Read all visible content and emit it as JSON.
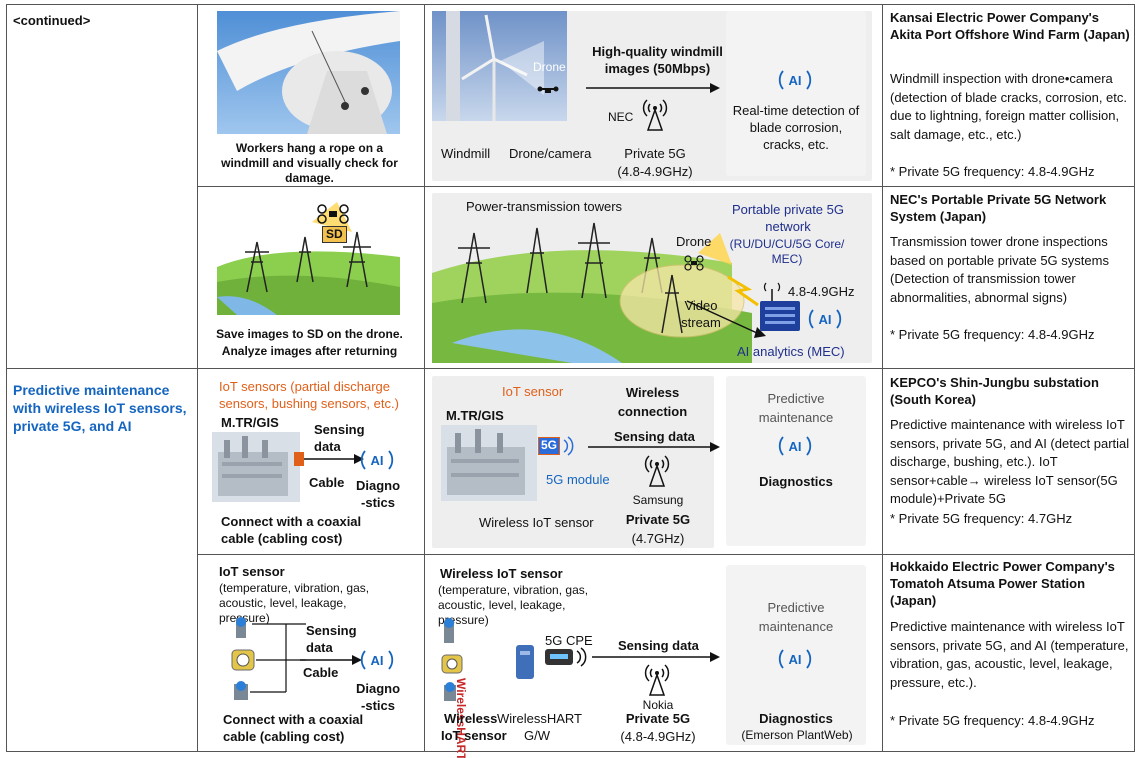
{
  "continued": "<continued>",
  "category2": "Predictive maintenance with wireless IoT sensors, private 5G, and AI",
  "icons": {
    "ai": "AI",
    "signal": "antenna-icon",
    "drone": "drone-icon"
  },
  "colors": {
    "blue": "#1565c0",
    "navy": "#1f2f8c",
    "orange": "#e0601a",
    "panel": "#eeeeee"
  },
  "row1": {
    "caption": "Workers hang a rope on a windmill and visually check for damage.",
    "drone": "Drone",
    "top_label": "High-quality windmill images (50Mbps)",
    "nec": "NEC",
    "result": "Real-time detection of blade corrosion, cracks, etc.",
    "windmill": "Windmill",
    "drone_camera": "Drone/camera",
    "private5g": "Private 5G",
    "freq": "(4.8-4.9GHz)",
    "case_title": "Kansai Electric Power Company's Akita Port Offshore Wind Farm (Japan)",
    "case_desc": "Windmill inspection with drone•camera (detection of blade cracks, corrosion, etc. due to lightning, foreign matter collision, salt damage, etc., etc.)",
    "case_freq": "* Private 5G frequency: 4.8-4.9GHz"
  },
  "row2": {
    "sd": "SD",
    "caption": "Save images to SD on the drone. Analyze images after returning",
    "towers": "Power-transmission towers",
    "portable": "Portable private 5G network",
    "portable_sub": "(RU/DU/CU/5G Core/ MEC)",
    "drone": "Drone",
    "freq": "4.8-4.9GHz",
    "video": "Video stream",
    "analytics": "AI analytics (MEC)",
    "case_title": "NEC's Portable Private 5G Network System (Japan)",
    "case_desc": "Transmission tower drone inspections based on portable private 5G systems (Detection of transmission tower abnormalities, abnormal signs)",
    "case_freq": "* Private 5G frequency: 4.8-4.9GHz"
  },
  "row3": {
    "iot_sensors": "IoT sensors (partial discharge sensors, bushing sensors, etc.)",
    "mtr": "M.TR/GIS",
    "sensing": "Sensing data",
    "cable": "Cable",
    "diag": "Diagno -stics",
    "connect": "Connect with a coaxial cable (cabling cost)",
    "iot_sensor": "IoT sensor",
    "mtr2": "M.TR/GIS",
    "wireless": "Wireless connection",
    "sensing2": "Sensing data",
    "5g": "5G",
    "module": "5G module",
    "samsung": "Samsung",
    "private5g": "Private 5G",
    "freq": "(4.7GHz)",
    "wireless_iot": "Wireless IoT sensor",
    "predictive": "Predictive maintenance",
    "diagnostics": "Diagnostics",
    "case_title": "KEPCO's Shin-Jungbu substation (South Korea)",
    "case_desc": "Predictive maintenance with wireless IoT sensors, private 5G, and AI (detect partial discharge, bushing, etc.). IoT sensor+cable→ wireless IoT sensor(5G module)+Private 5G",
    "case_freq": "* Private 5G frequency: 4.7GHz"
  },
  "row4": {
    "iot_sensor": "IoT sensor",
    "iot_list": "(temperature, vibration, gas, acoustic, level, leakage, pressure)",
    "sensing": "Sensing data",
    "cable": "Cable",
    "diag": "Diagno -stics",
    "connect": "Connect with a coaxial cable (cabling cost)",
    "wireless_iot": "Wireless IoT sensor",
    "iot_list2": "(temperature, vibration, gas, acoustic, level, leakage, pressure)",
    "cpe": "5G CPE",
    "sensing2": "Sensing data",
    "whart_brand": "WirelessHART",
    "nokia": "Nokia",
    "private5g": "Private 5G",
    "freq": "(4.8-4.9GHz)",
    "wireless": "Wireless",
    "iot_sensor2": "IoT sensor",
    "whart": "WirelessHART G/W",
    "predictive": "Predictive maintenance",
    "diagnostics": "Diagnostics",
    "emerson": "(Emerson PlantWeb)",
    "case_title": "Hokkaido Electric Power Company's Tomatoh Atsuma Power Station (Japan)",
    "case_desc": "Predictive maintenance with wireless IoT sensors, private 5G, and AI (temperature, vibration, gas, acoustic, level, leakage, pressure, etc.).",
    "case_freq": "* Private 5G frequency: 4.8-4.9GHz"
  }
}
